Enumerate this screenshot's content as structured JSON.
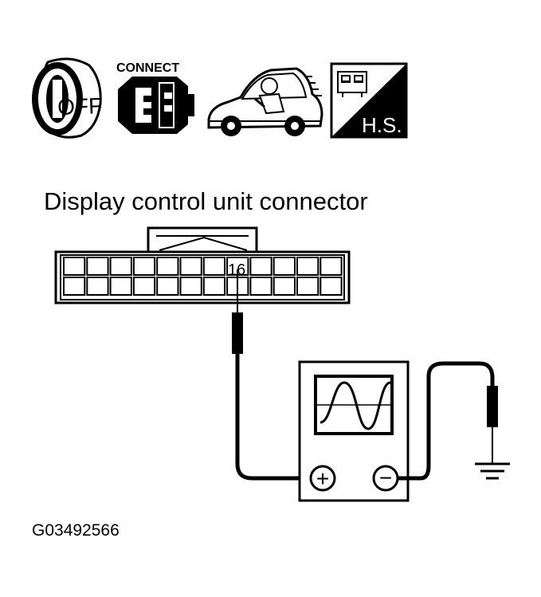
{
  "icons": {
    "ignition": {
      "icon": "ignition-key-icon",
      "text": "OFF"
    },
    "connect": {
      "icon": "connector-icon",
      "text": "CONNECT"
    },
    "drive": {
      "icon": "car-driving-icon"
    },
    "hs": {
      "icon": "high-speed-tester-icon",
      "text": "H.S."
    }
  },
  "title": "Display control unit connector",
  "connector": {
    "pin_label": "16"
  },
  "oscilloscope": {
    "icon": "oscilloscope-icon",
    "plus_symbol": "+",
    "minus_symbol": "−"
  },
  "ground": {
    "icon": "ground-icon"
  },
  "figure_code": "G03492566"
}
